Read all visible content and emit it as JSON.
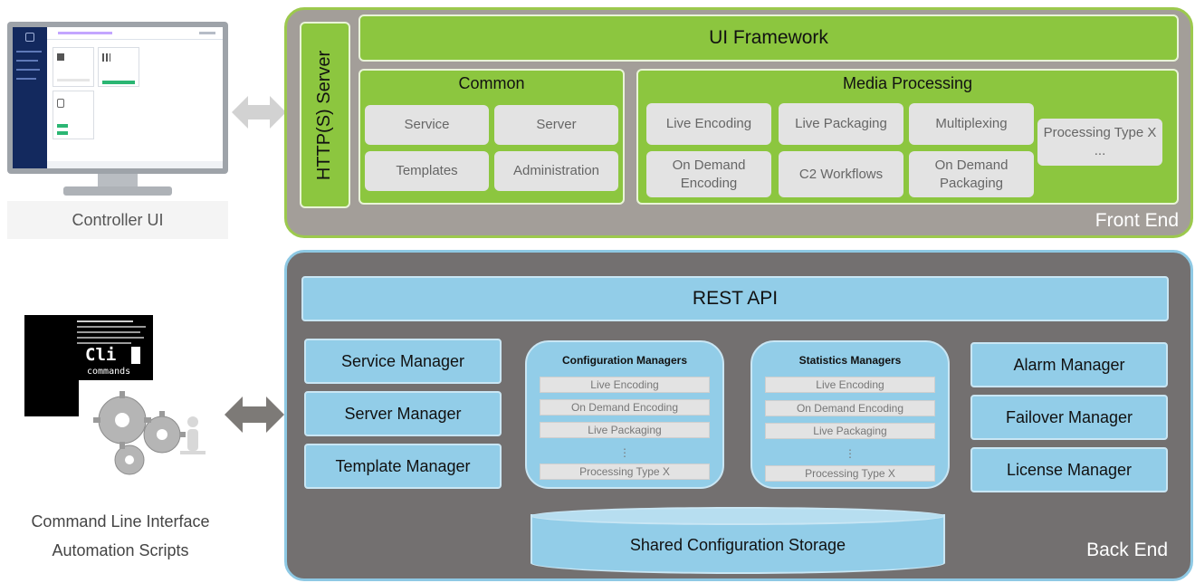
{
  "left": {
    "controller_label": "Controller UI",
    "cli_prompt": "Cli",
    "cli_subtext": "commands",
    "cli_label_line1": "Command Line Interface",
    "cli_label_line2": "Automation Scripts"
  },
  "front_end": {
    "label": "Front End",
    "http_server": "HTTP(S) Server",
    "ui_framework": "UI Framework",
    "common": {
      "title": "Common",
      "items": [
        "Service",
        "Server",
        "Templates",
        "Administration"
      ]
    },
    "media_processing": {
      "title": "Media Processing",
      "items": [
        "Live Encoding",
        "Live Packaging",
        "Multiplexing",
        "On Demand Encoding",
        "C2 Workflows",
        "On Demand Packaging",
        "Processing Type X ..."
      ]
    }
  },
  "back_end": {
    "label": "Back End",
    "rest_api": "REST API",
    "left_managers": [
      "Service Manager",
      "Server Manager",
      "Template Manager"
    ],
    "configuration_managers": {
      "title": "Configuration Managers",
      "items": [
        "Live Encoding",
        "On Demand Encoding",
        "Live Packaging",
        "Processing Type X"
      ]
    },
    "statistics_managers": {
      "title": "Statistics Managers",
      "items": [
        "Live Encoding",
        "On Demand Encoding",
        "Live Packaging",
        "Processing Type X"
      ]
    },
    "right_managers": [
      "Alarm Manager",
      "Failover Manager",
      "License Manager"
    ],
    "storage": "Shared Configuration Storage"
  },
  "colors": {
    "front_green": "#8cc63f",
    "front_bg": "#a39e99",
    "back_blue": "#92cde8",
    "back_bg": "#737070",
    "item_grey": "#e3e3e3"
  },
  "icons": [
    "bidirectional-arrow-icon",
    "monitor-icon",
    "gears-icon",
    "terminal-icon"
  ]
}
